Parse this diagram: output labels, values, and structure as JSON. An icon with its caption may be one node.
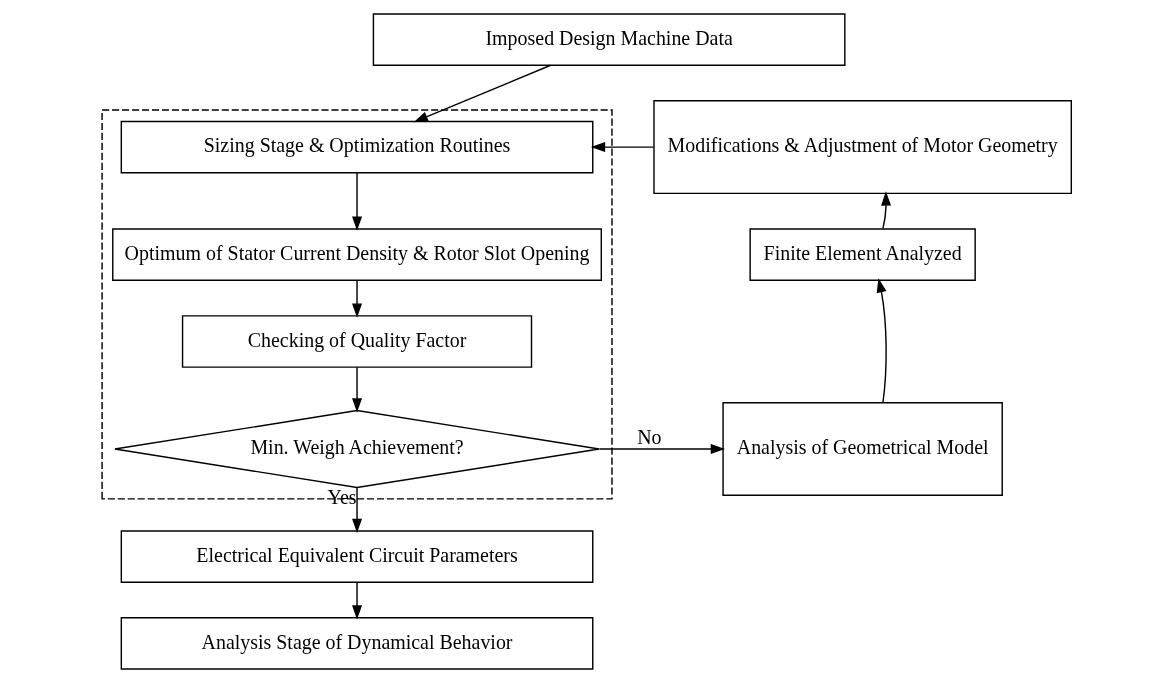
{
  "diagram": {
    "nodes": [
      {
        "text": [
          "Imposed Design Machine Data"
        ]
      },
      {
        "text": [],
        "shape": "box"
      },
      {
        "text": [
          "Sizing Stage & Optimization Routines"
        ],
        "in": 1
      },
      {
        "text": [
          "Optimum of Stator Current Density & Rotor Slot Opening"
        ],
        "in": 1
      },
      {
        "text": [
          "Checking of Quality Factor"
        ],
        "in": 1
      },
      {
        "text": [
          "Min. Weigh Achievement?"
        ],
        "in": 1
      },
      {
        "text": [
          "Electrical Equivalent Circuit Parameters"
        ]
      },
      {
        "text": [
          "Analysis Stage of Dynamical Behavior"
        ]
      },
      {
        "text": [
          "Modifications & Adjustment of Motor Geometry"
        ]
      },
      {
        "text": [
          "Finite Element Analyzed"
        ]
      },
      {
        "text": [
          "Analysis of Geometrical Model"
        ]
      }
    ],
    "edges": [
      {
        "from": 0,
        "to": 2,
        "arrow": "to"
      },
      {
        "from": 8,
        "to": 2,
        "arrow": "to"
      },
      {
        "from": 2,
        "to": 3,
        "arrow": "to"
      },
      {
        "from": 3,
        "to": 4,
        "arrow": "to"
      },
      {
        "from": 4,
        "to": 5,
        "arrow": "to"
      },
      {
        "from": 5,
        "to": 6,
        "arrow": "to",
        "label": "Yes"
      },
      {
        "from": 6,
        "to": 7,
        "arrow": "to"
      },
      {
        "from": 5,
        "to": 10,
        "arrow": "to",
        "label": "No"
      },
      {
        "from": 10,
        "to": 9,
        "arrow": "to"
      },
      {
        "from": 9,
        "to": 8,
        "arrow": "to"
      }
    ]
  }
}
